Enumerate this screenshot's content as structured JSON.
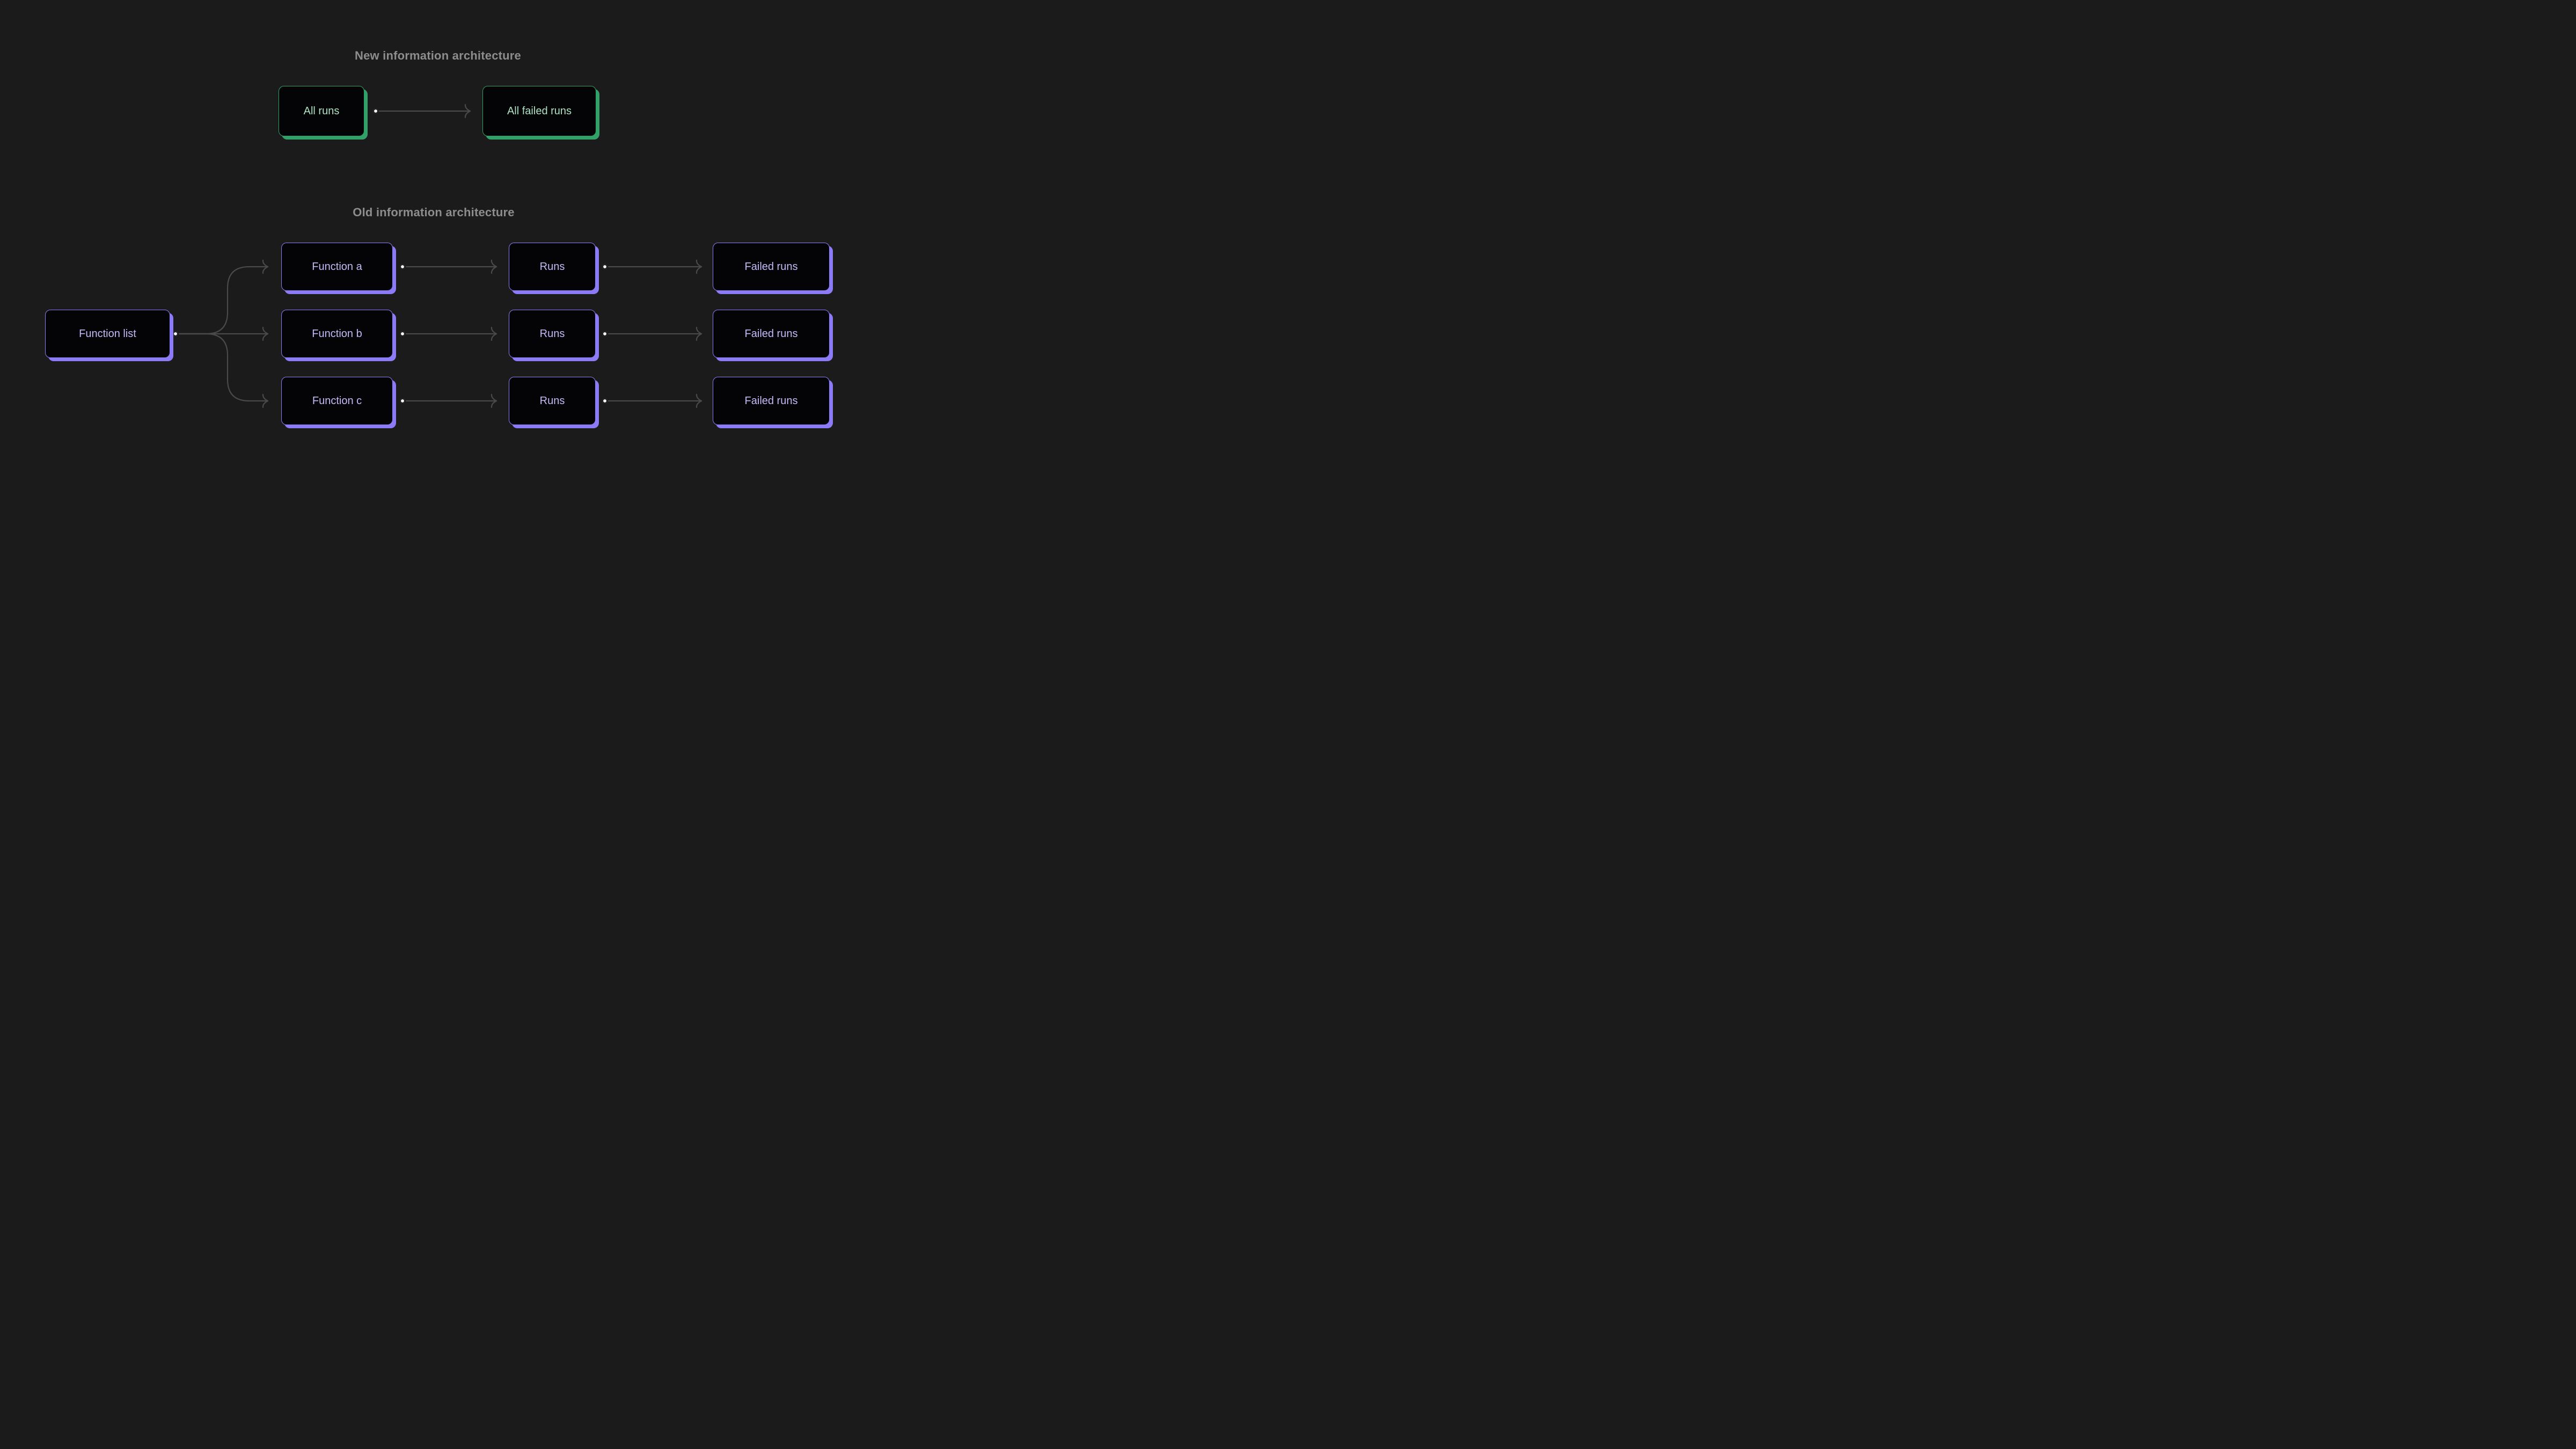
{
  "sections": {
    "new": {
      "title": "New information architecture"
    },
    "old": {
      "title": "Old information architecture"
    }
  },
  "nodes": {
    "all_runs": {
      "label": "All runs"
    },
    "all_failed_runs": {
      "label": "All failed runs"
    },
    "function_list": {
      "label": "Function list"
    },
    "function_a": {
      "label": "Function a"
    },
    "function_b": {
      "label": "Function b"
    },
    "function_c": {
      "label": "Function c"
    },
    "runs_a": {
      "label": "Runs"
    },
    "runs_b": {
      "label": "Runs"
    },
    "runs_c": {
      "label": "Runs"
    },
    "failed_runs_a": {
      "label": "Failed runs"
    },
    "failed_runs_b": {
      "label": "Failed runs"
    },
    "failed_runs_c": {
      "label": "Failed runs"
    }
  },
  "colors": {
    "background": "#1b1b1b",
    "node_fill": "#040406",
    "green_accent": "#31a169",
    "green_text": "#abe3c4",
    "purple_accent": "#8c7bf6",
    "purple_text": "#c7b9f8",
    "connector": "#4a4a4a",
    "dot_fill": "#ffffff",
    "dot_ring": "#232323",
    "title_text": "#8d8d8d"
  }
}
